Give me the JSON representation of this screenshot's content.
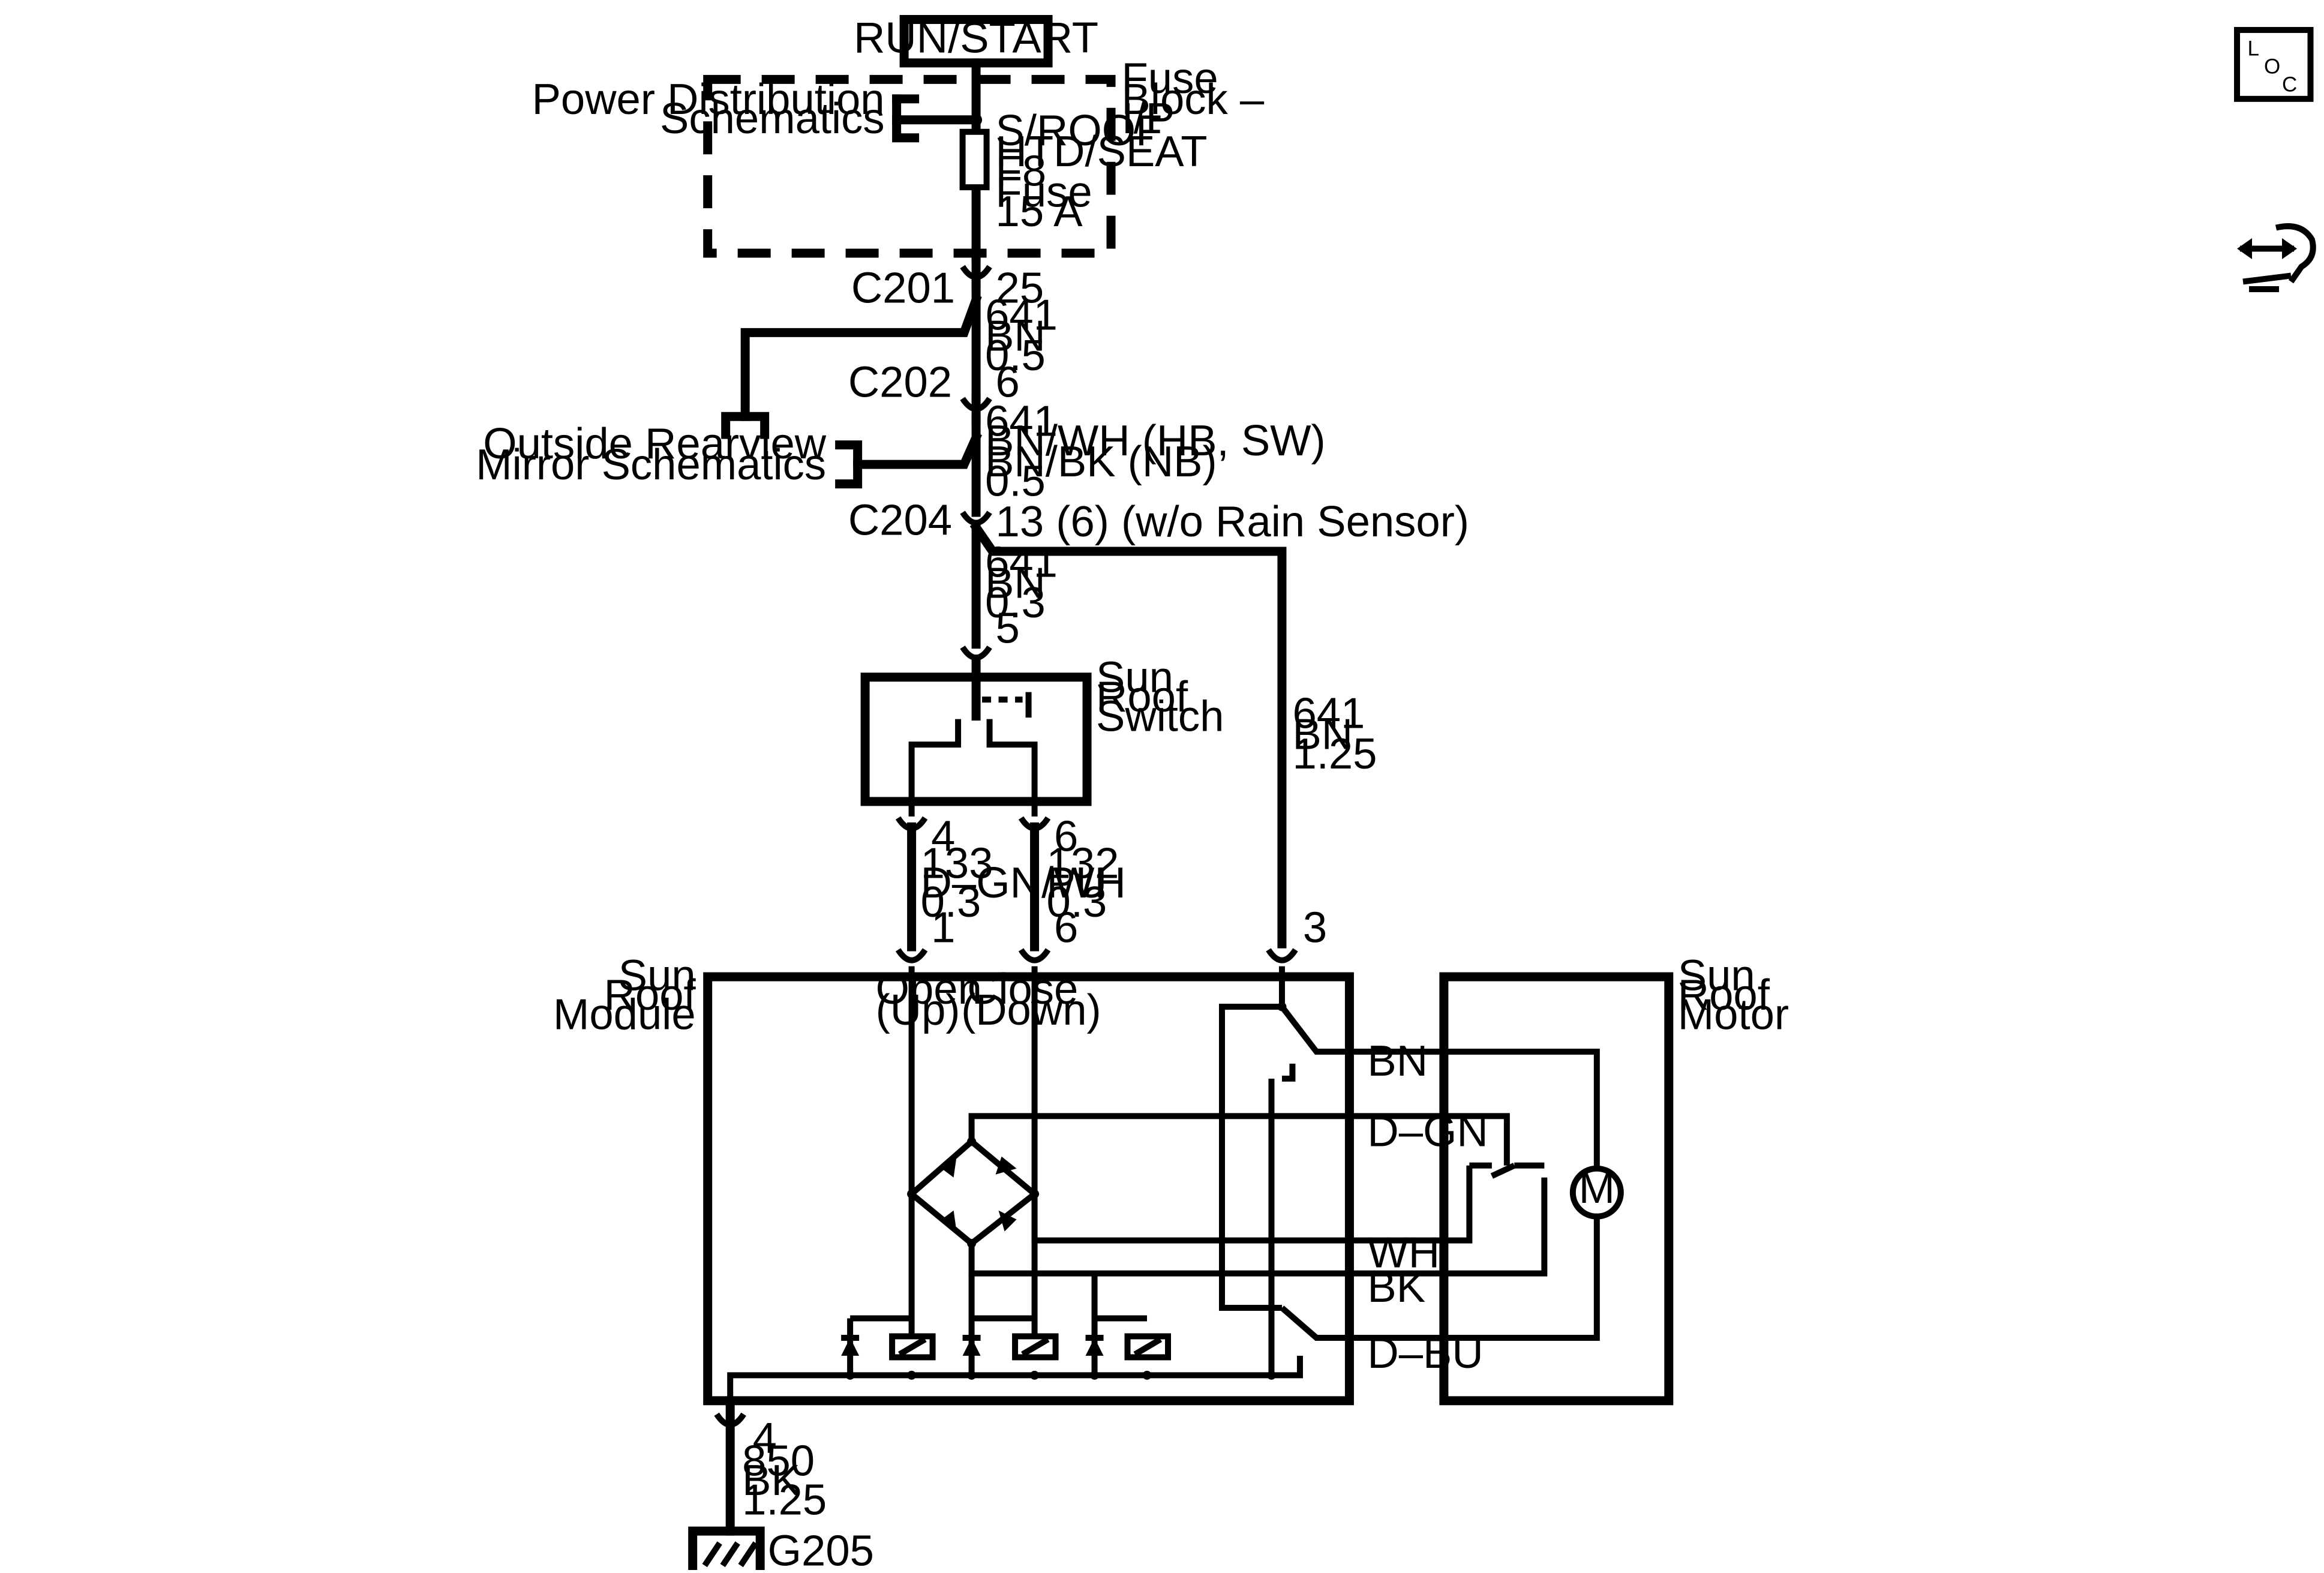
{
  "power_source": "RUN/START",
  "fuse_block": {
    "label": [
      "Fuse",
      "Block –",
      "I/P"
    ],
    "fuse_label": [
      "S/ROOF",
      "HTD/SEAT",
      "F8",
      "Fuse",
      "15 A"
    ]
  },
  "refs": {
    "power_distribution": [
      "Power Distribution",
      "Schematics"
    ],
    "outside_mirror": [
      "Outside Rearview",
      "Mirror Schematics"
    ]
  },
  "connectors": {
    "c201": {
      "name": "C201",
      "pin": "25"
    },
    "c202": {
      "name": "C202",
      "pin": "6"
    },
    "c204": {
      "name": "C204",
      "pin": "13 (6) (w/o Rain Sensor)"
    },
    "switch_in_pin": "5",
    "switch_out_open_pin": "4",
    "switch_out_close_pin": "6",
    "module_open_pin": "1",
    "module_close_pin": "6",
    "module_power_pin": "3",
    "module_ground_pin": "4"
  },
  "wires": {
    "w1": [
      "641",
      "BN",
      "0.5"
    ],
    "w2": [
      "641",
      "BN/WH (HB, SW)",
      "BN/BK (NB)",
      "0.5"
    ],
    "w3": [
      "641",
      "BN",
      "0.3"
    ],
    "w4": [
      "641",
      "BN",
      "1.25"
    ],
    "w5": [
      "133",
      "D–GN/WH",
      "0.3"
    ],
    "w6": [
      "132",
      "PU",
      "0.3"
    ],
    "w7": [
      "850",
      "BK",
      "1.25"
    ]
  },
  "components": {
    "switch": [
      "Sun",
      "Roof",
      "Switch"
    ],
    "module": [
      "Sun",
      "Roof",
      "Module"
    ],
    "motor": [
      "Sun",
      "Roof",
      "Motor"
    ],
    "motor_symbol": "M",
    "open_label": [
      "Open",
      "(Up)"
    ],
    "close_label": [
      "Close",
      "(Down)"
    ],
    "ground": "G205"
  },
  "internal_wires": [
    "BN",
    "D–GN",
    "WH",
    "BK",
    "D–BU"
  ],
  "loc_icon_letters": [
    "L",
    "O",
    "C"
  ],
  "icons": [
    "loc-icon",
    "navigation-arrows-icon"
  ]
}
